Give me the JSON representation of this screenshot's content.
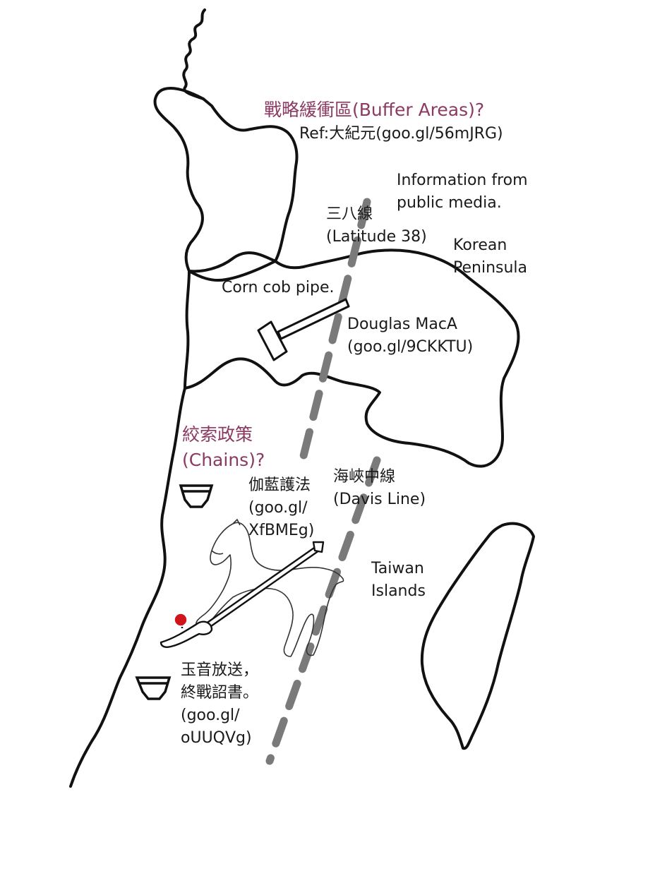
{
  "colors": {
    "accent": "#8b3a62",
    "text": "#1a1a1a",
    "outline": "#111111",
    "dashed_line": "#7a7a7a",
    "marker": "#d0141c"
  },
  "titles": {
    "buffer_areas": "戰略緩衝區(Buffer Areas)?",
    "buffer_ref": "Ref:大紀元(goo.gl/56mJRG)",
    "chains_line1": "絞索政策",
    "chains_line2": "(Chains)?"
  },
  "labels": {
    "info_line1": "Information from",
    "info_line2": "public media.",
    "latitude_line1": "三八線",
    "latitude_line2": "(Latitude 38)",
    "korea_line1": "Korean",
    "korea_line2": "Peninsula",
    "pipe": "Corn cob pipe.",
    "macarthur_line1": "Douglas MacA",
    "macarthur_line2": "(goo.gl/9CKKTU)",
    "davis_line1": "海峽中線",
    "davis_line2": "(Davis Line)",
    "garan_line1": "伽藍護法",
    "garan_line2": "(goo.gl/",
    "garan_line3": "XfBMEg)",
    "taiwan_line1": "Taiwan",
    "taiwan_line2": "Islands",
    "broadcast_line1": "玉音放送，",
    "broadcast_line2": "終戰詔書。",
    "broadcast_line3": "(goo.gl/",
    "broadcast_line4": "oUUQVg)"
  },
  "icons": {
    "pipe": "corn-cob-pipe-icon",
    "horse": "horse-icon",
    "halberd": "guandao-blade-icon",
    "cup_upper": "cup-icon",
    "cup_lower": "cup-icon"
  }
}
